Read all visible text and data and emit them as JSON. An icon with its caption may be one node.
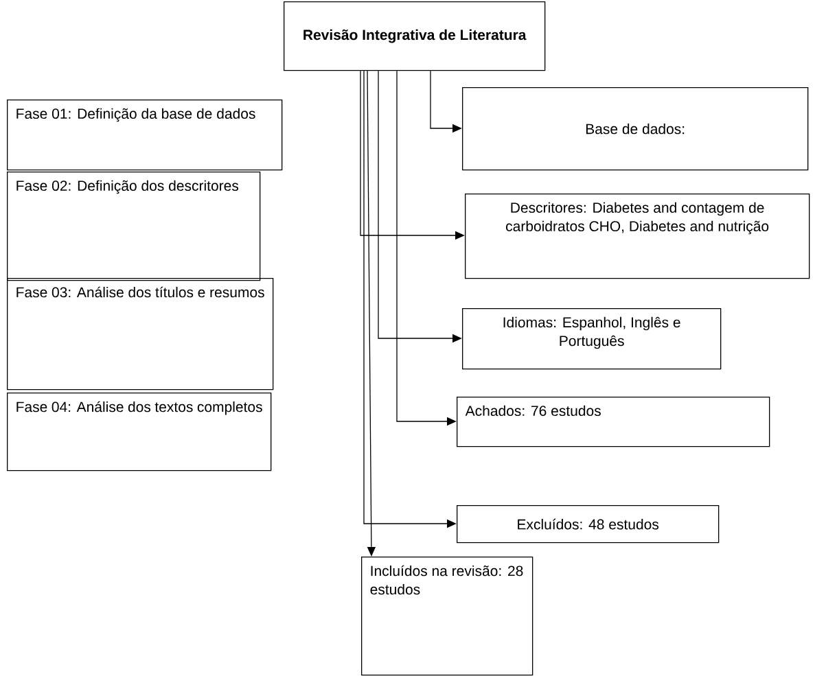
{
  "diagram": {
    "nodes": [
      {
        "text": [
          "Revisão Integrativa de Literatura"
        ]
      },
      {
        "text": [
          "Fase 01: Definição da base de dados"
        ]
      },
      {
        "text": [
          "Fase 02: Definição dos descritores"
        ]
      },
      {
        "text": [
          "Fase 03: Análise dos títulos e resumos"
        ]
      },
      {
        "text": [
          "Fase 04: Análise dos textos completos"
        ]
      },
      {
        "text": [
          "Base de dados:"
        ]
      },
      {
        "text": [
          "Descritores: Diabetes and contagem de carboidratos CHO, Diabetes and nutrição"
        ]
      },
      {
        "text": [
          "Idiomas: Espanhol, Inglês e Português"
        ]
      },
      {
        "text": [
          "Achados: 76 estudos"
        ]
      },
      {
        "text": [
          "Excluídos: 48 estudos"
        ]
      },
      {
        "text": [
          "Incluídos na revisão: 28 estudos"
        ]
      }
    ],
    "edges": [
      {
        "from": 0,
        "to": 5,
        "arrow": "to"
      },
      {
        "from": 0,
        "to": 6,
        "arrow": "to"
      },
      {
        "from": 0,
        "to": 7,
        "arrow": "to"
      },
      {
        "from": 0,
        "to": 8,
        "arrow": "to"
      },
      {
        "from": 0,
        "to": 9,
        "arrow": "to"
      },
      {
        "from": 0,
        "to": 10,
        "arrow": "to"
      }
    ]
  }
}
